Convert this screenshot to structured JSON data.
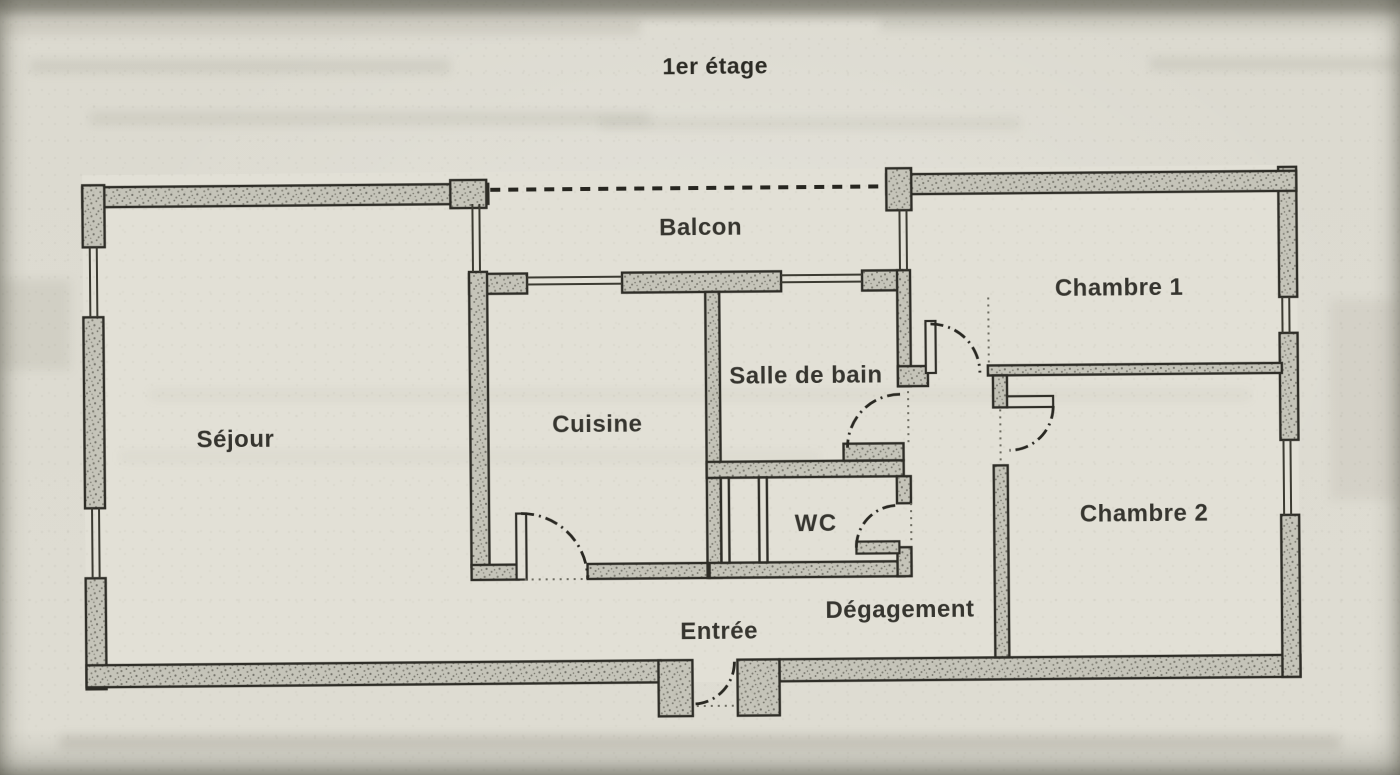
{
  "page": {
    "title": "1er étage"
  },
  "colors": {
    "paper": "#dedcd2",
    "plan_interior": "#e5e3d9",
    "wall_fill": "#c7c6bb",
    "ink": "#2b2a24",
    "label_ink": "#34332d"
  },
  "rooms": [
    {
      "name": "balcon",
      "label": "Balcon"
    },
    {
      "name": "sejour",
      "label": "Séjour"
    },
    {
      "name": "cuisine",
      "label": "Cuisine"
    },
    {
      "name": "salle-de-bain",
      "label": "Salle de bain"
    },
    {
      "name": "wc",
      "label": "WC"
    },
    {
      "name": "chambre-1",
      "label": "Chambre 1"
    },
    {
      "name": "chambre-2",
      "label": "Chambre 2"
    },
    {
      "name": "degagement",
      "label": "Dégagement"
    },
    {
      "name": "entree",
      "label": "Entrée"
    }
  ]
}
